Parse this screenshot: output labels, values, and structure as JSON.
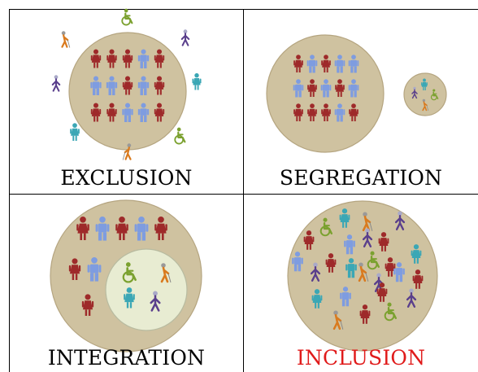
{
  "captions": {
    "exclusion": "EXCLUSION",
    "segregation": "SEGREGATION",
    "integration": "INTEGRATION",
    "inclusion": "INCLUSION"
  },
  "colors": {
    "circle_fill": "#cfc2a0",
    "circle_stroke": "#b5a580",
    "inner_circle_fill": "#e8ecd2",
    "red_person": "#9e2a2a",
    "blue_person": "#7e9ce0",
    "teal_person": "#3ba7b5",
    "purple_person": "#5a3f8c",
    "orange_person": "#d97a1e",
    "green_wheelchair": "#7ba12f",
    "inclusion_caption": "#e01b1b"
  },
  "icons": [
    "person-female-icon",
    "person-male-icon",
    "wheelchair-user-icon",
    "cane-walker-icon",
    "crutch-walker-icon"
  ]
}
